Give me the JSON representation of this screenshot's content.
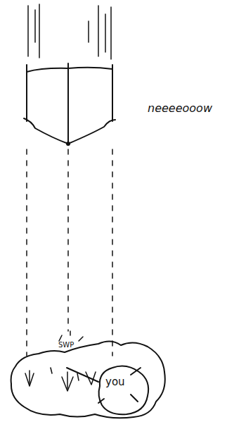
{
  "diagram": {
    "labels": [
      "neeeeooow",
      "SWP",
      "you"
    ]
  }
}
